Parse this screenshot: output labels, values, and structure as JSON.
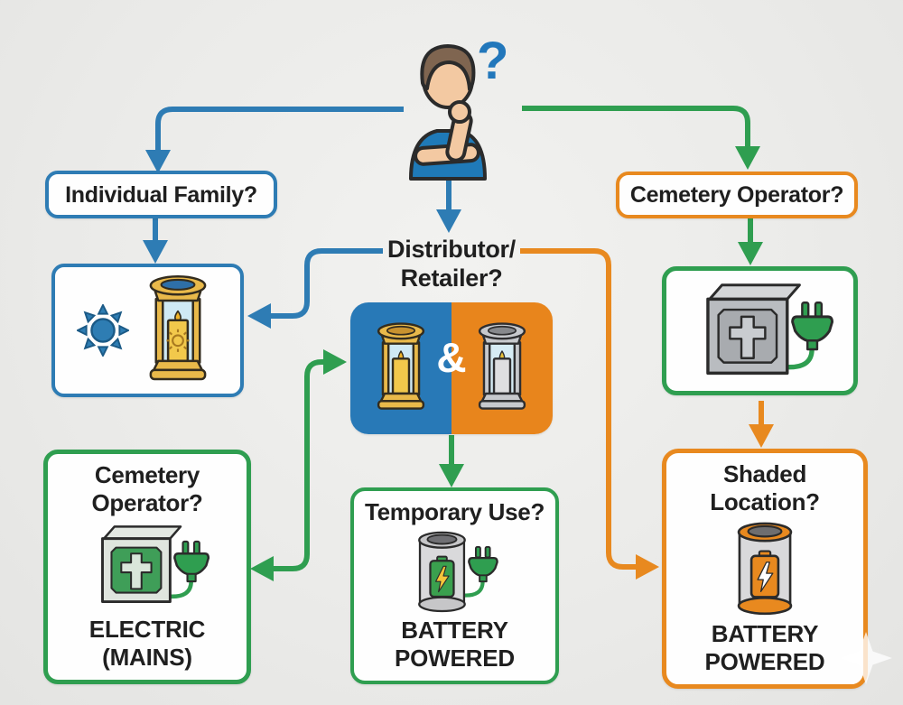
{
  "page": {
    "type": "decision-flowchart",
    "topic": "grave light power source selection"
  },
  "colors": {
    "blue": "#2e7cb4",
    "green": "#2f9e50",
    "orange": "#e8891f",
    "background": "#ebebe9",
    "box_background": "#fefefe",
    "text": "#1f1f1f",
    "question_mark_blue": "#2277bb",
    "dual_left_blue": "#2879b7",
    "dual_right_orange": "#e8851c"
  },
  "person": {
    "question_mark": "?"
  },
  "nodes": {
    "individual_family": {
      "label": "Individual Family?"
    },
    "cemetery_operator_top": {
      "label": "Cemetery Operator?"
    },
    "distributor_retailer": {
      "line1": "Distributor/",
      "line2": "Retailer?"
    },
    "dual_market": {
      "ampersand": "&"
    },
    "cemetery_operator_bottom": {
      "title1": "Cemetery",
      "title2": "Operator?",
      "result1": "ELECTRIC",
      "result2": "(MAINS)"
    },
    "temporary_use": {
      "title": "Temporary Use?",
      "result1": "BATTERY",
      "result2": "POWERED"
    },
    "shaded_location": {
      "title1": "Shaded",
      "title2": "Location?",
      "result1": "BATTERY",
      "result2": "POWERED"
    }
  },
  "icons": [
    "thinking-person-icon",
    "question-mark",
    "sun-icon",
    "solar-lantern-icon",
    "gold-lantern-icon",
    "silver-lantern-icon",
    "grave-plaque-plug-icon",
    "green-plaque-plug-icon",
    "battery-canister-plug-icon",
    "battery-canister-icon",
    "sparkle-icon"
  ]
}
